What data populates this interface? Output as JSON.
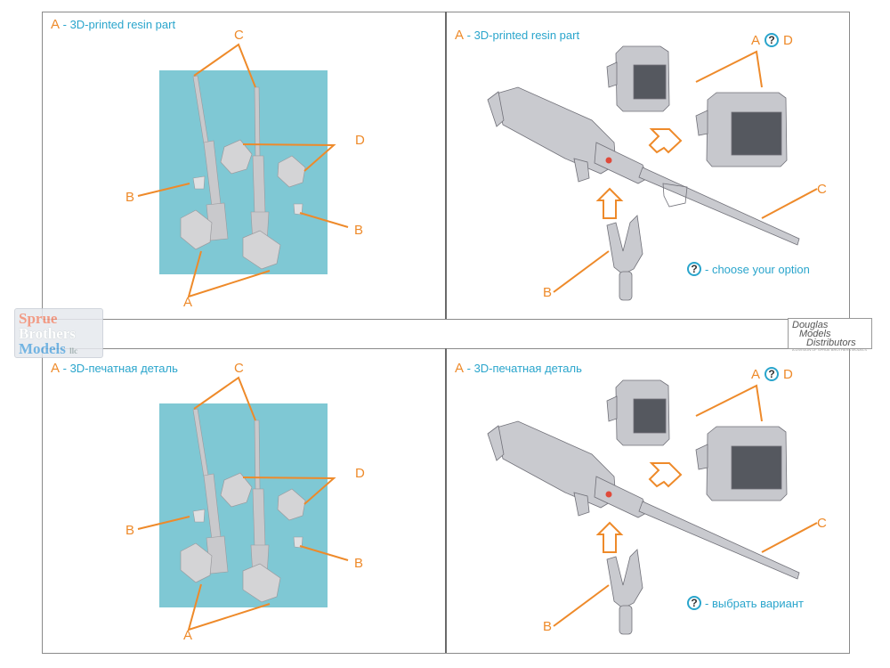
{
  "sheet": {
    "title": "Quinta Studio M2 Browning .50 cal machine gun 3D-printed set instructions",
    "colors": {
      "orange": "#ee8a2a",
      "blue": "#2aa5cc",
      "teal_bg": "#7fc8d4"
    }
  },
  "panels": [
    {
      "id": "top-left",
      "caption_letter": "A",
      "caption_text": " - 3D-printed resin part",
      "labels": {
        "C": "C",
        "D": "D",
        "B1": "B",
        "B2": "B",
        "A": "A"
      }
    },
    {
      "id": "top-right",
      "caption_letter": "A",
      "caption_text": " - 3D-printed resin part",
      "labels": {
        "A": "A",
        "D": "D",
        "B": "B",
        "C": "C"
      },
      "option_symbol": "?",
      "option_legend": "- choose your option"
    },
    {
      "id": "bottom-left",
      "caption_letter": "A",
      "caption_text": " - 3D-печатная деталь",
      "labels": {
        "C": "C",
        "D": "D",
        "B1": "B",
        "B2": "B",
        "A": "A"
      }
    },
    {
      "id": "bottom-right",
      "caption_letter": "A",
      "caption_text": " - 3D-печатная деталь",
      "labels": {
        "A": "A",
        "D": "D",
        "B": "B",
        "C": "C"
      },
      "option_symbol": "?",
      "option_legend": "- выбрать вариант"
    }
  ],
  "watermarks": {
    "sbm": {
      "line1": "Sprue",
      "line2": "Brothers",
      "line3": "Models",
      "suffix": "llc"
    },
    "dmd": {
      "line1": "Douglas",
      "line2": "Models",
      "line3": "Distributors",
      "tagline": "A DIVISION OF SPRUE BROTHERS MODELS"
    }
  }
}
